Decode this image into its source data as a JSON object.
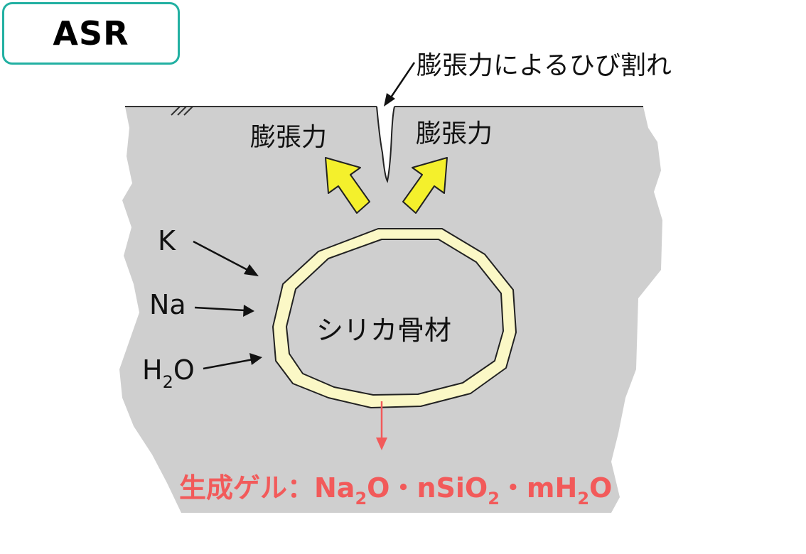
{
  "badge": {
    "label": "ASR"
  },
  "labels": {
    "crack": "膨張力によるひび割れ",
    "force_left": "膨張力",
    "force_right": "膨張力",
    "aggregate": "シリカ骨材",
    "ion_k": "K",
    "ion_na": "Na",
    "water": {
      "h": "H",
      "sub": "2",
      "o": "O"
    }
  },
  "gel": {
    "prefix": "生成ゲル：Na",
    "sub1": "2",
    "mid1": "O・nSiO",
    "sub2": "2",
    "mid2": "・mH",
    "sub3": "2",
    "suffix": "O"
  },
  "colors": {
    "concrete": "#cfcfcf",
    "reaction_rim": "#fbf8c6",
    "arrow_fill": "#f4f02c",
    "gel_text": "#f25a5a",
    "badge_border": "#22b0a2"
  }
}
